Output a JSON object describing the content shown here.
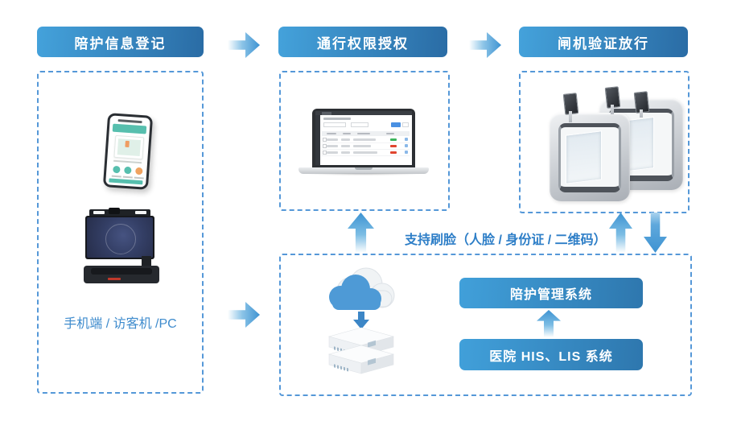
{
  "header": {
    "steps": [
      "陪护信息登记",
      "通行权限授权",
      "闸机验证放行"
    ]
  },
  "registration_panel": {
    "caption": "手机端 / 访客机 /PC"
  },
  "platform_panel": {
    "system_labels": [
      "陪护管理系统",
      "医院 HIS、LIS 系统"
    ]
  },
  "annotations": {
    "gate_support_note": "支持刷脸（人脸 / 身份证 / 二维码）"
  },
  "colors": {
    "step_bar_gradient_start": "#44a2db",
    "step_bar_gradient_end": "#2a6ca5",
    "dashed_border": "#5598d8",
    "arrow_blue": "#3e93d2",
    "note_text": "#2d7ec7",
    "caption_text": "#3e8bcd",
    "phone_accent_teal": "#57bfae",
    "kiosk_accent_red": "#c0392b"
  },
  "icons": {
    "devices": [
      "smartphone-icon",
      "visitor-kiosk-icon",
      "laptop-icon",
      "turnstile-gates-icon",
      "cloud-server-icon"
    ],
    "arrows": [
      "arrow-right-icon",
      "arrow-up-icon",
      "arrow-down-icon"
    ]
  }
}
